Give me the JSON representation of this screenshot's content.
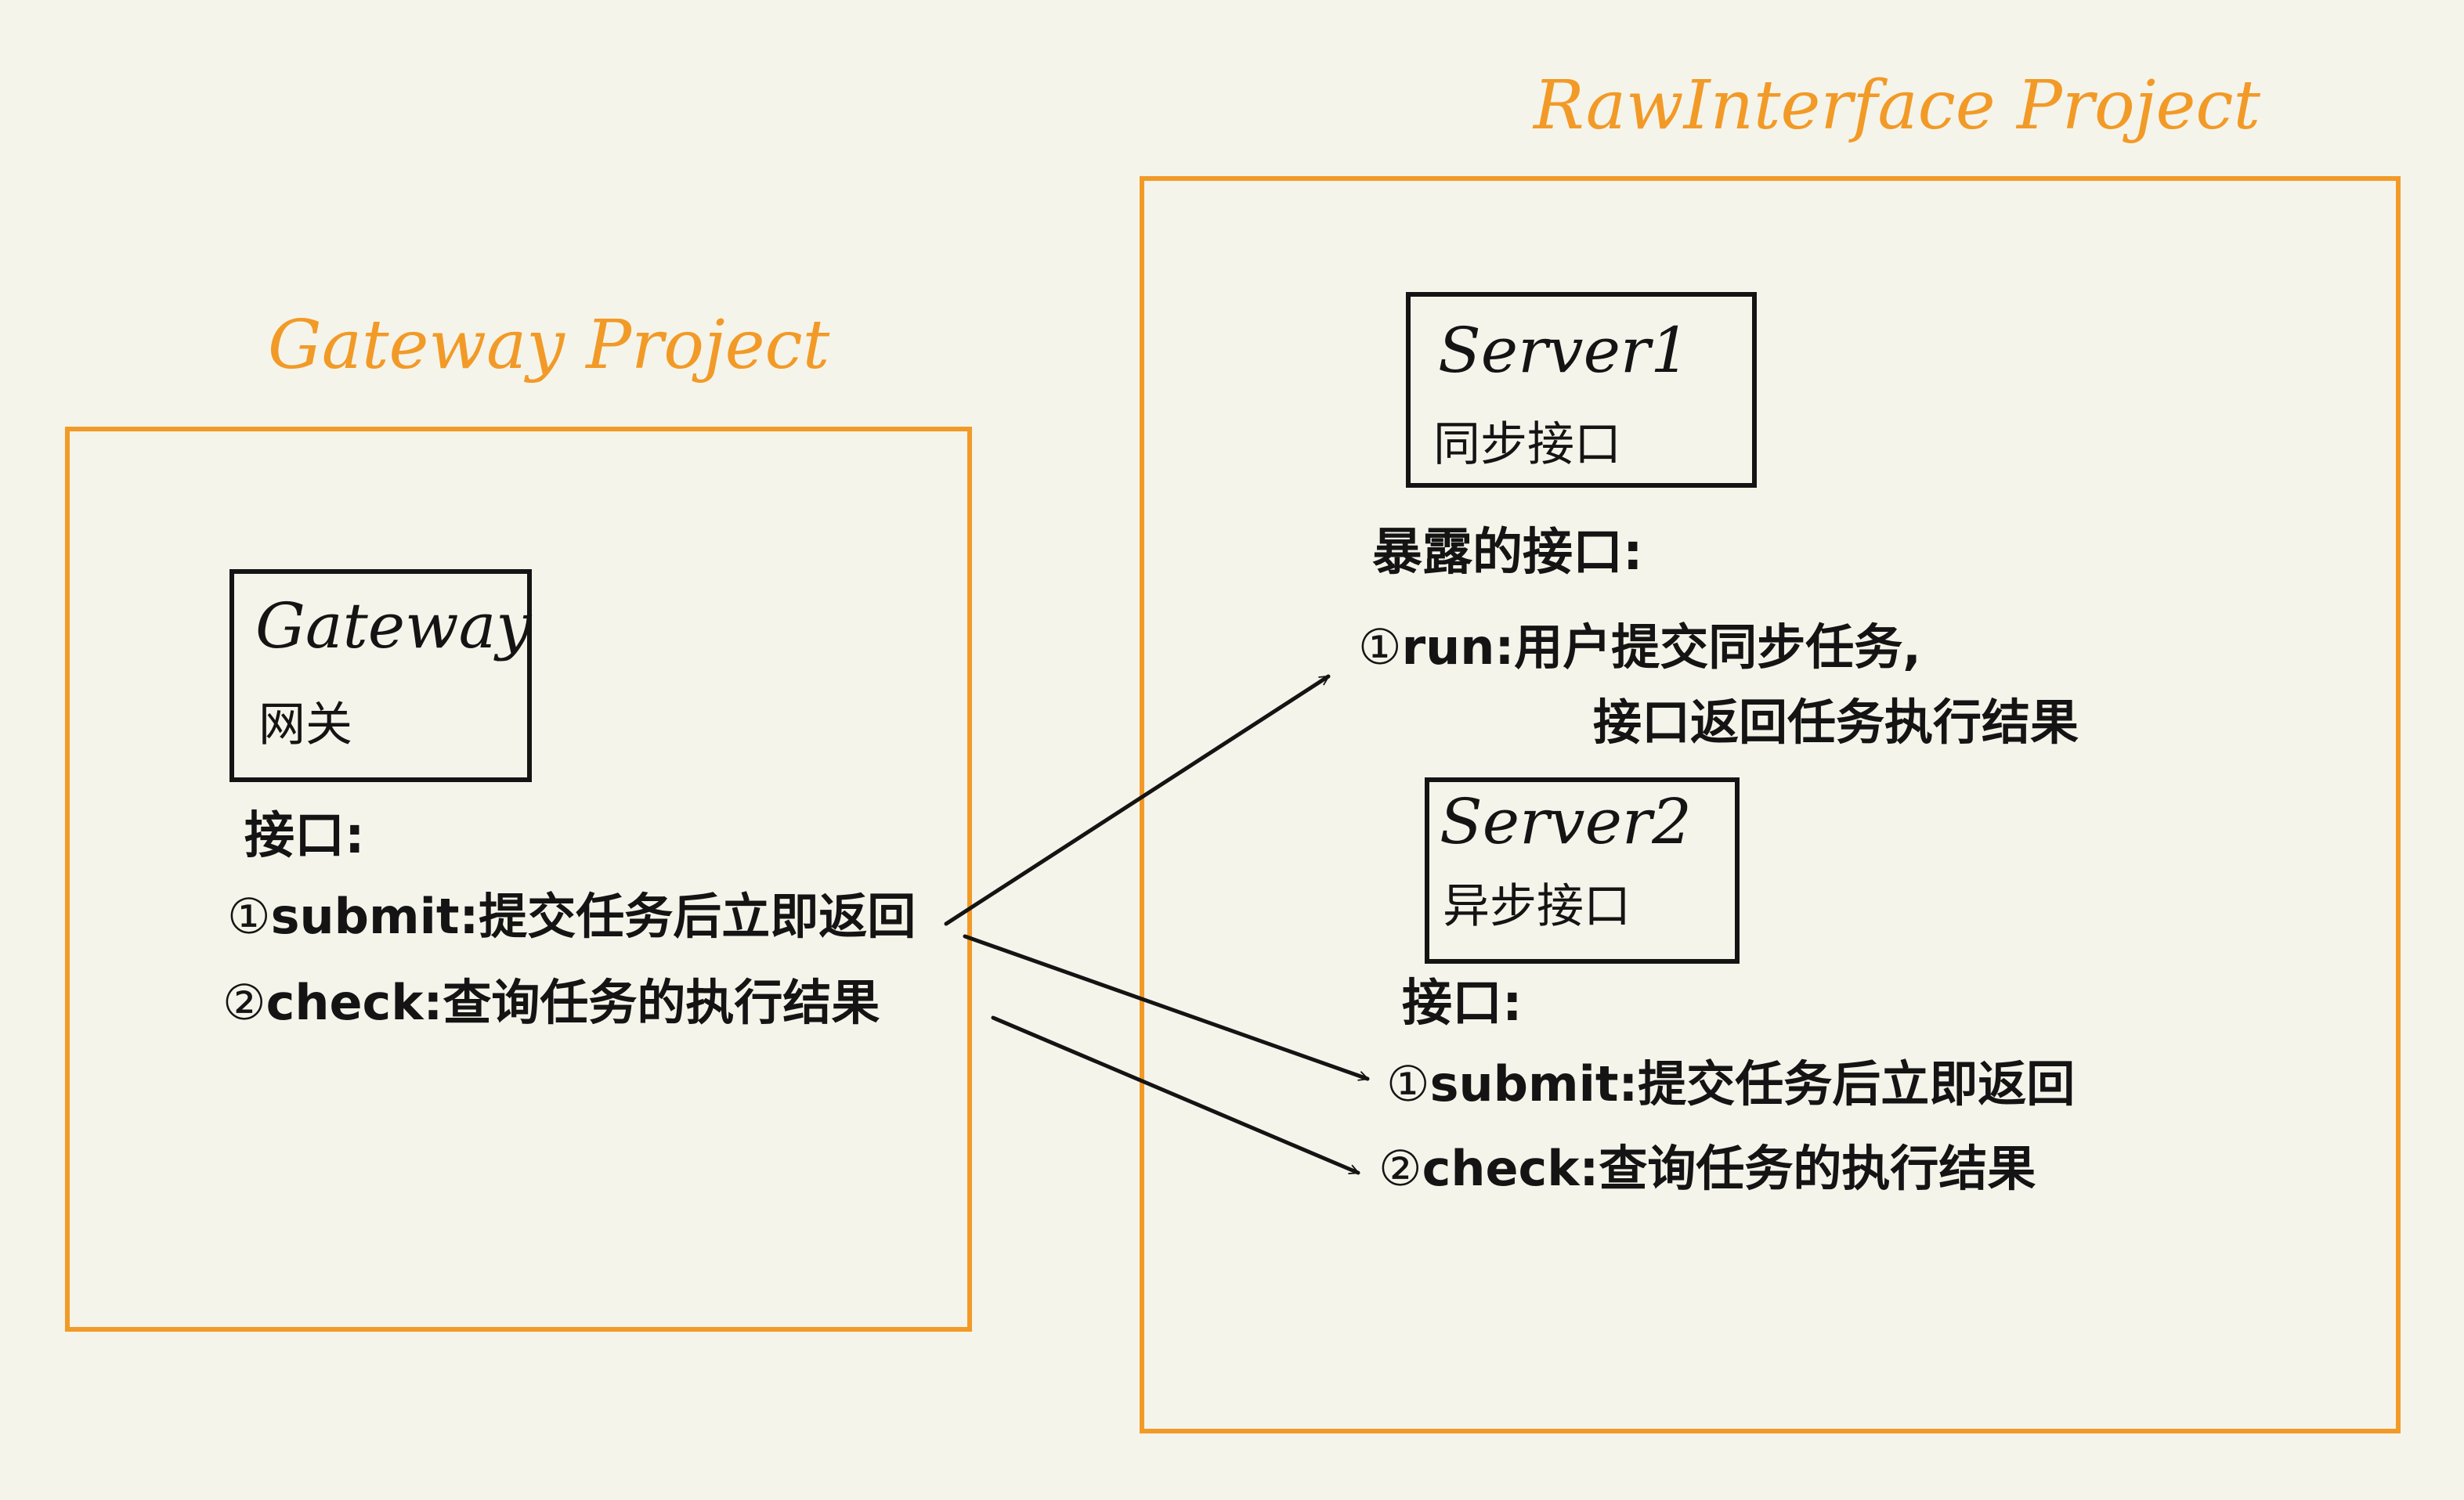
{
  "gateway_project": {
    "title": "Gateway Project",
    "box": {
      "name": "Gateway",
      "subtitle": "网关"
    },
    "interfaces_heading": "接口:",
    "interfaces": [
      {
        "index": "①",
        "text": "submit:提交任务后立即返回"
      },
      {
        "index": "②",
        "text": "check:查询任务的执行结果"
      }
    ]
  },
  "raw_project": {
    "title": "RawInterface  Project",
    "server1": {
      "name": "Server1",
      "subtitle": "同步接口",
      "exposed_heading": "暴露的接口:",
      "interfaces": [
        {
          "index": "①",
          "text": "run:用户提交同步任务,",
          "continuation": "接口返回任务执行结果"
        }
      ]
    },
    "server2": {
      "name": "Server2",
      "subtitle": "异步接口",
      "interfaces_heading": "接口:",
      "interfaces": [
        {
          "index": "①",
          "text": "submit:提交任务后立即返回"
        },
        {
          "index": "②",
          "text": "check:查询任务的执行结果"
        }
      ]
    }
  },
  "colors": {
    "project_border": "#f29a27",
    "ink": "#141414",
    "background": "#f5f4ea"
  }
}
